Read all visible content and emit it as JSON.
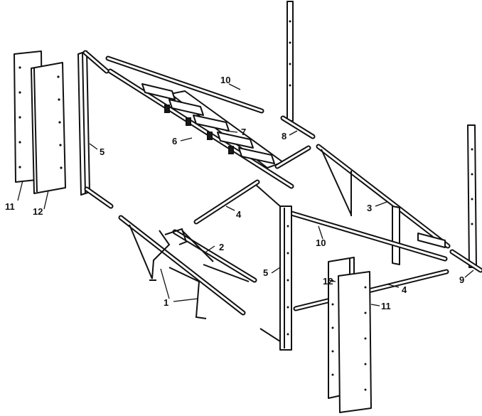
{
  "callouts": {
    "c1": "1",
    "c2": "2",
    "c3": "3",
    "c4a": "4",
    "c4b": "4",
    "c5a": "5",
    "c5b": "5",
    "c6": "6",
    "c7": "7",
    "c8": "8",
    "c9": "9",
    "c10a": "10",
    "c10b": "10",
    "c11a": "11",
    "c11b": "11",
    "c12a": "12",
    "c12b": "12"
  }
}
